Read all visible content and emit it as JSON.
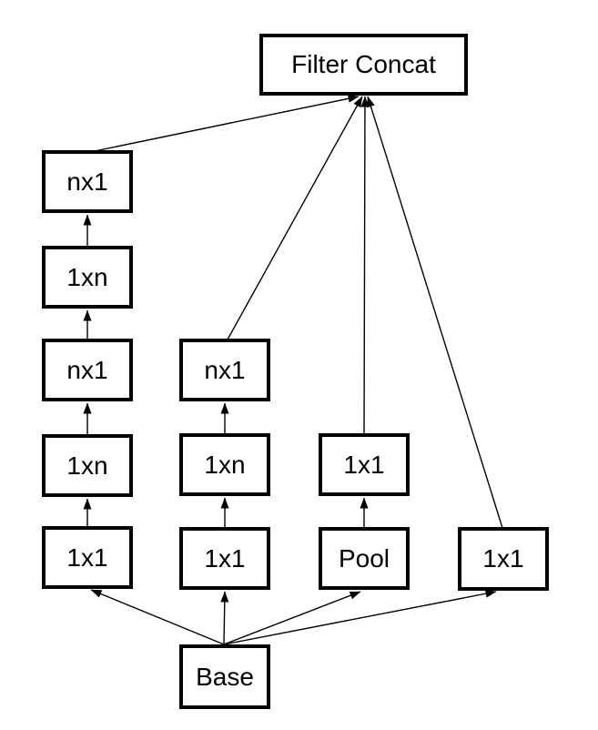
{
  "figure": {
    "background_color": "#ffffff",
    "box_fill_color": "#ffffff",
    "box_border_color": "#000000",
    "line_color": "#000000",
    "text_color": "#000000",
    "nodes": {
      "filter_concat": {
        "label": "Filter Concat"
      },
      "b1_nx1_top": {
        "label": "nx1"
      },
      "b1_1xn_upper": {
        "label": "1xn"
      },
      "b1_nx1_mid": {
        "label": "nx1"
      },
      "b1_1xn_lower": {
        "label": "1xn"
      },
      "b1_1x1": {
        "label": "1x1"
      },
      "b2_nx1": {
        "label": "nx1"
      },
      "b2_1xn": {
        "label": "1xn"
      },
      "b2_1x1": {
        "label": "1x1"
      },
      "b3_1x1": {
        "label": "1x1"
      },
      "b3_pool": {
        "label": "Pool"
      },
      "b4_1x1": {
        "label": "1x1"
      },
      "base": {
        "label": "Base"
      }
    },
    "edges": [
      {
        "from": "base",
        "to": "b1_1x1"
      },
      {
        "from": "base",
        "to": "b2_1x1"
      },
      {
        "from": "base",
        "to": "b3_pool"
      },
      {
        "from": "base",
        "to": "b4_1x1"
      },
      {
        "from": "b1_1x1",
        "to": "b1_1xn_lower"
      },
      {
        "from": "b1_1xn_lower",
        "to": "b1_nx1_mid"
      },
      {
        "from": "b1_nx1_mid",
        "to": "b1_1xn_upper"
      },
      {
        "from": "b1_1xn_upper",
        "to": "b1_nx1_top"
      },
      {
        "from": "b1_nx1_top",
        "to": "filter_concat"
      },
      {
        "from": "b2_1x1",
        "to": "b2_1xn"
      },
      {
        "from": "b2_1xn",
        "to": "b2_nx1"
      },
      {
        "from": "b2_nx1",
        "to": "filter_concat"
      },
      {
        "from": "b3_pool",
        "to": "b3_1x1"
      },
      {
        "from": "b3_1x1",
        "to": "filter_concat"
      },
      {
        "from": "b4_1x1",
        "to": "filter_concat"
      }
    ]
  }
}
